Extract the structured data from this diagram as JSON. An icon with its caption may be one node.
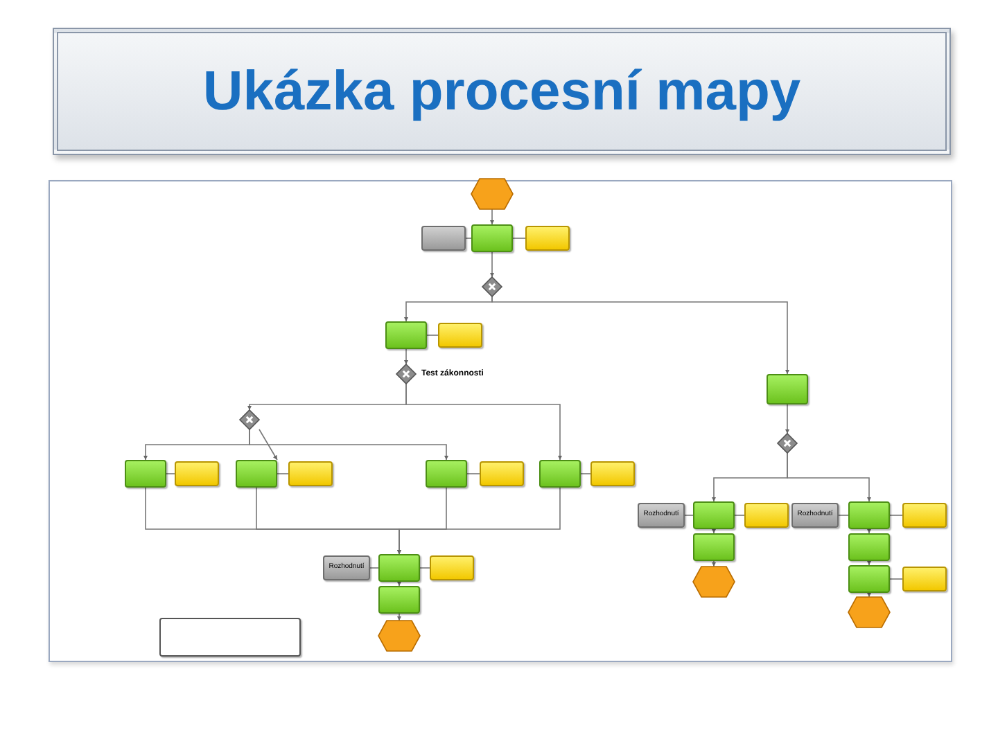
{
  "diagram": {
    "title": "Ukázka procesní mapy",
    "nodes": [
      {
        "text": [],
        "shape": "hexagon"
      },
      {
        "text": [],
        "shape": "box"
      },
      {
        "text": [],
        "shape": "box"
      },
      {
        "text": [],
        "shape": "box"
      },
      {
        "text": [],
        "shape": "diamond"
      },
      {
        "text": [],
        "shape": "box"
      },
      {
        "text": [],
        "shape": "box"
      },
      {
        "text": [],
        "shape": "diamond",
        "beside": [
          "Test zákonnosti"
        ]
      },
      {
        "text": [],
        "shape": "diamond"
      },
      {
        "text": [],
        "shape": "box"
      },
      {
        "text": [],
        "shape": "box"
      },
      {
        "text": [],
        "shape": "box"
      },
      {
        "text": [],
        "shape": "box"
      },
      {
        "text": [],
        "shape": "box"
      },
      {
        "text": [],
        "shape": "box"
      },
      {
        "text": [],
        "shape": "box"
      },
      {
        "text": [],
        "shape": "box"
      },
      {
        "text": [],
        "shape": "box"
      },
      {
        "text": [],
        "shape": "diamond"
      },
      {
        "text": [
          "Rozhodnutí"
        ]
      },
      {
        "text": [],
        "shape": "box"
      },
      {
        "text": [],
        "shape": "box"
      },
      {
        "text": [],
        "shape": "box"
      },
      {
        "text": [],
        "shape": "hexagon"
      },
      {
        "text": [
          "Rozhodnutí"
        ]
      },
      {
        "text": [],
        "shape": "box"
      },
      {
        "text": [],
        "shape": "box"
      },
      {
        "text": [],
        "shape": "box"
      },
      {
        "text": [],
        "shape": "box"
      },
      {
        "text": [],
        "shape": "box"
      },
      {
        "text": [],
        "shape": "hexagon"
      },
      {
        "text": [
          "Rozhodnutí"
        ]
      },
      {
        "text": [],
        "shape": "box"
      },
      {
        "text": [],
        "shape": "box"
      },
      {
        "text": [],
        "shape": "box"
      },
      {
        "text": [],
        "shape": "hexagon"
      },
      {
        "text": [],
        "shape": "box"
      }
    ],
    "edges": [
      {
        "from": 0,
        "to": 2,
        "arrow": "to"
      },
      {
        "from": 1,
        "to": 2,
        "arrow": "none"
      },
      {
        "from": 2,
        "to": 3,
        "arrow": "none"
      },
      {
        "from": 2,
        "to": 4,
        "arrow": "to"
      },
      {
        "from": 4,
        "to": 5,
        "arrow": "to"
      },
      {
        "from": 4,
        "to": 17,
        "arrow": "to"
      },
      {
        "from": 5,
        "to": 6,
        "arrow": "none"
      },
      {
        "from": 5,
        "to": 7,
        "arrow": "to"
      },
      {
        "from": 7,
        "to": 8,
        "arrow": "to"
      },
      {
        "from": 7,
        "to": 15,
        "arrow": "to"
      },
      {
        "from": 8,
        "to": 9,
        "arrow": "to"
      },
      {
        "from": 8,
        "to": 11,
        "arrow": "to"
      },
      {
        "from": 8,
        "to": 13,
        "arrow": "to"
      },
      {
        "from": 9,
        "to": 10,
        "arrow": "none"
      },
      {
        "from": 11,
        "to": 12,
        "arrow": "none"
      },
      {
        "from": 13,
        "to": 14,
        "arrow": "none"
      },
      {
        "from": 15,
        "to": 16,
        "arrow": "none"
      },
      {
        "from": 9,
        "to": 32,
        "arrow": "to"
      },
      {
        "from": 11,
        "to": 32,
        "arrow": "to"
      },
      {
        "from": 13,
        "to": 32,
        "arrow": "to"
      },
      {
        "from": 15,
        "to": 32,
        "arrow": "to"
      },
      {
        "from": 31,
        "to": 32,
        "arrow": "none"
      },
      {
        "from": 32,
        "to": 33,
        "arrow": "none"
      },
      {
        "from": 32,
        "to": 34,
        "arrow": "to"
      },
      {
        "from": 34,
        "to": 35,
        "arrow": "to"
      },
      {
        "from": 17,
        "to": 18,
        "arrow": "to"
      },
      {
        "from": 18,
        "to": 20,
        "arrow": "to"
      },
      {
        "from": 18,
        "to": 25,
        "arrow": "to"
      },
      {
        "from": 19,
        "to": 20,
        "arrow": "none"
      },
      {
        "from": 20,
        "to": 21,
        "arrow": "none"
      },
      {
        "from": 20,
        "to": 22,
        "arrow": "to"
      },
      {
        "from": 22,
        "to": 23,
        "arrow": "to"
      },
      {
        "from": 24,
        "to": 25,
        "arrow": "none"
      },
      {
        "from": 25,
        "to": 26,
        "arrow": "none"
      },
      {
        "from": 25,
        "to": 27,
        "arrow": "to"
      },
      {
        "from": 27,
        "to": 28,
        "arrow": "to"
      },
      {
        "from": 28,
        "to": 29,
        "arrow": "none"
      },
      {
        "from": 28,
        "to": 30,
        "arrow": "to"
      }
    ]
  }
}
